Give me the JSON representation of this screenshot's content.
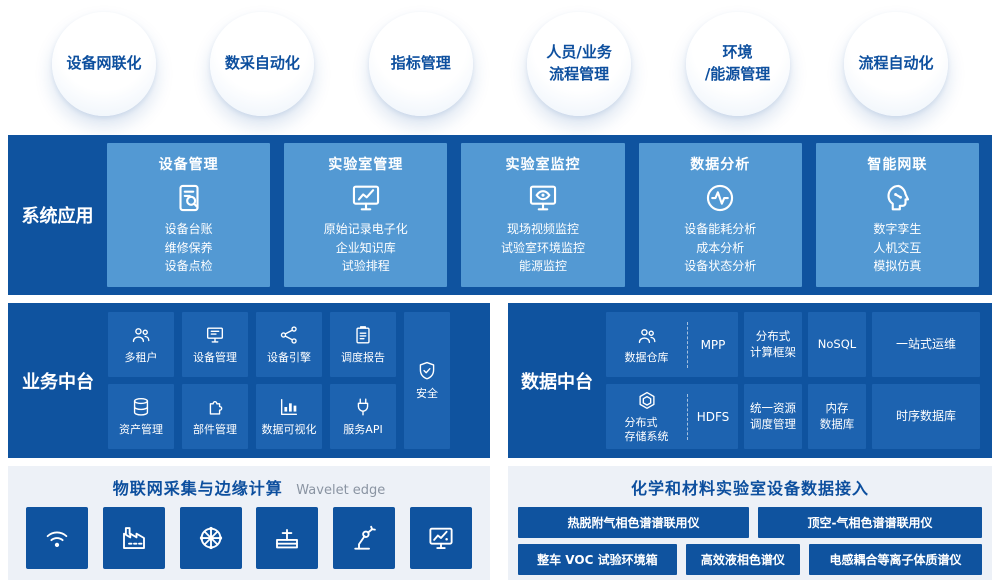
{
  "colors": {
    "dark_blue": "#0f539f",
    "card_blue": "#5399d3",
    "tile_blue": "#1d63b0",
    "light_panel": "#edf1f7",
    "title_blue": "#0d4f9e",
    "subtitle_gray": "#8a94a2"
  },
  "top_capabilities": [
    {
      "lines": [
        "设备网联化"
      ]
    },
    {
      "lines": [
        "数采自动化"
      ]
    },
    {
      "lines": [
        "指标管理"
      ]
    },
    {
      "lines": [
        "人员/业务",
        "流程管理"
      ]
    },
    {
      "lines": [
        "环境",
        "/能源管理"
      ]
    },
    {
      "lines": [
        "流程自动化"
      ]
    }
  ],
  "system_apps": {
    "label": "系统应用",
    "cards": [
      {
        "title": "设备管理",
        "icon": "doc-search",
        "items": [
          "设备台账",
          "维修保养",
          "设备点检"
        ]
      },
      {
        "title": "实验室管理",
        "icon": "monitor-chart",
        "items": [
          "原始记录电子化",
          "企业知识库",
          "试验排程"
        ]
      },
      {
        "title": "实验室监控",
        "icon": "monitor-eye",
        "items": [
          "现场视频监控",
          "试验室环境监控",
          "能源监控"
        ]
      },
      {
        "title": "数据分析",
        "icon": "pulse",
        "items": [
          "设备能耗分析",
          "成本分析",
          "设备状态分析"
        ]
      },
      {
        "title": "智能网联",
        "icon": "head-ai",
        "items": [
          "数字孪生",
          "人机交互",
          "模拟仿真"
        ]
      }
    ]
  },
  "business_platform": {
    "label": "业务中台",
    "rows": [
      [
        {
          "label": "多租户",
          "icon": "users"
        },
        {
          "label": "设备管理",
          "icon": "device"
        },
        {
          "label": "设备引擎",
          "icon": "share"
        },
        {
          "label": "调度报告",
          "icon": "report"
        }
      ],
      [
        {
          "label": "资产管理",
          "icon": "database"
        },
        {
          "label": "部件管理",
          "icon": "puzzle"
        },
        {
          "label": "数据可视化",
          "icon": "chart"
        },
        {
          "label": "服务API",
          "icon": "plug"
        }
      ]
    ],
    "side_tile": {
      "label": "安全",
      "icon": "shield"
    }
  },
  "data_platform": {
    "label": "数据中台",
    "rows": [
      {
        "combo_left": {
          "icon": "users",
          "lines": [
            "数据仓库"
          ]
        },
        "combo_right": "MPP",
        "tiles": [
          {
            "lines": [
              "分布式",
              "计算框架"
            ],
            "w": "sm"
          },
          {
            "lines": [
              "NoSQL"
            ],
            "w": "sm"
          },
          {
            "lines": [
              "一站式运维"
            ],
            "w": "lg"
          }
        ]
      },
      {
        "combo_left": {
          "icon": "hex-store",
          "lines": [
            "分布式",
            "存储系统"
          ]
        },
        "combo_right": "HDFS",
        "tiles": [
          {
            "lines": [
              "统一资源",
              "调度管理"
            ],
            "w": "sm"
          },
          {
            "lines": [
              "内存",
              "数据库"
            ],
            "w": "sm"
          },
          {
            "lines": [
              "时序数据库"
            ],
            "w": "lg"
          }
        ]
      }
    ]
  },
  "iot_edge": {
    "title": "物联网采集与边缘计算",
    "subtitle": "Wavelet edge",
    "tiles": [
      {
        "icon": "wifi"
      },
      {
        "icon": "factory"
      },
      {
        "icon": "globe-net"
      },
      {
        "icon": "valve"
      },
      {
        "icon": "robot-arm"
      },
      {
        "icon": "monitor-view"
      }
    ]
  },
  "lab_access": {
    "title": "化学和材料实验室设备数据接入",
    "rows": [
      [
        "热脱附气相色谱谱联用仪",
        "顶空-气相色谱谱联用仪"
      ],
      [
        "整车 VOC 试验环境箱",
        "高效液相色谱仪",
        "电感耦合等离子体质谱仪"
      ]
    ]
  }
}
